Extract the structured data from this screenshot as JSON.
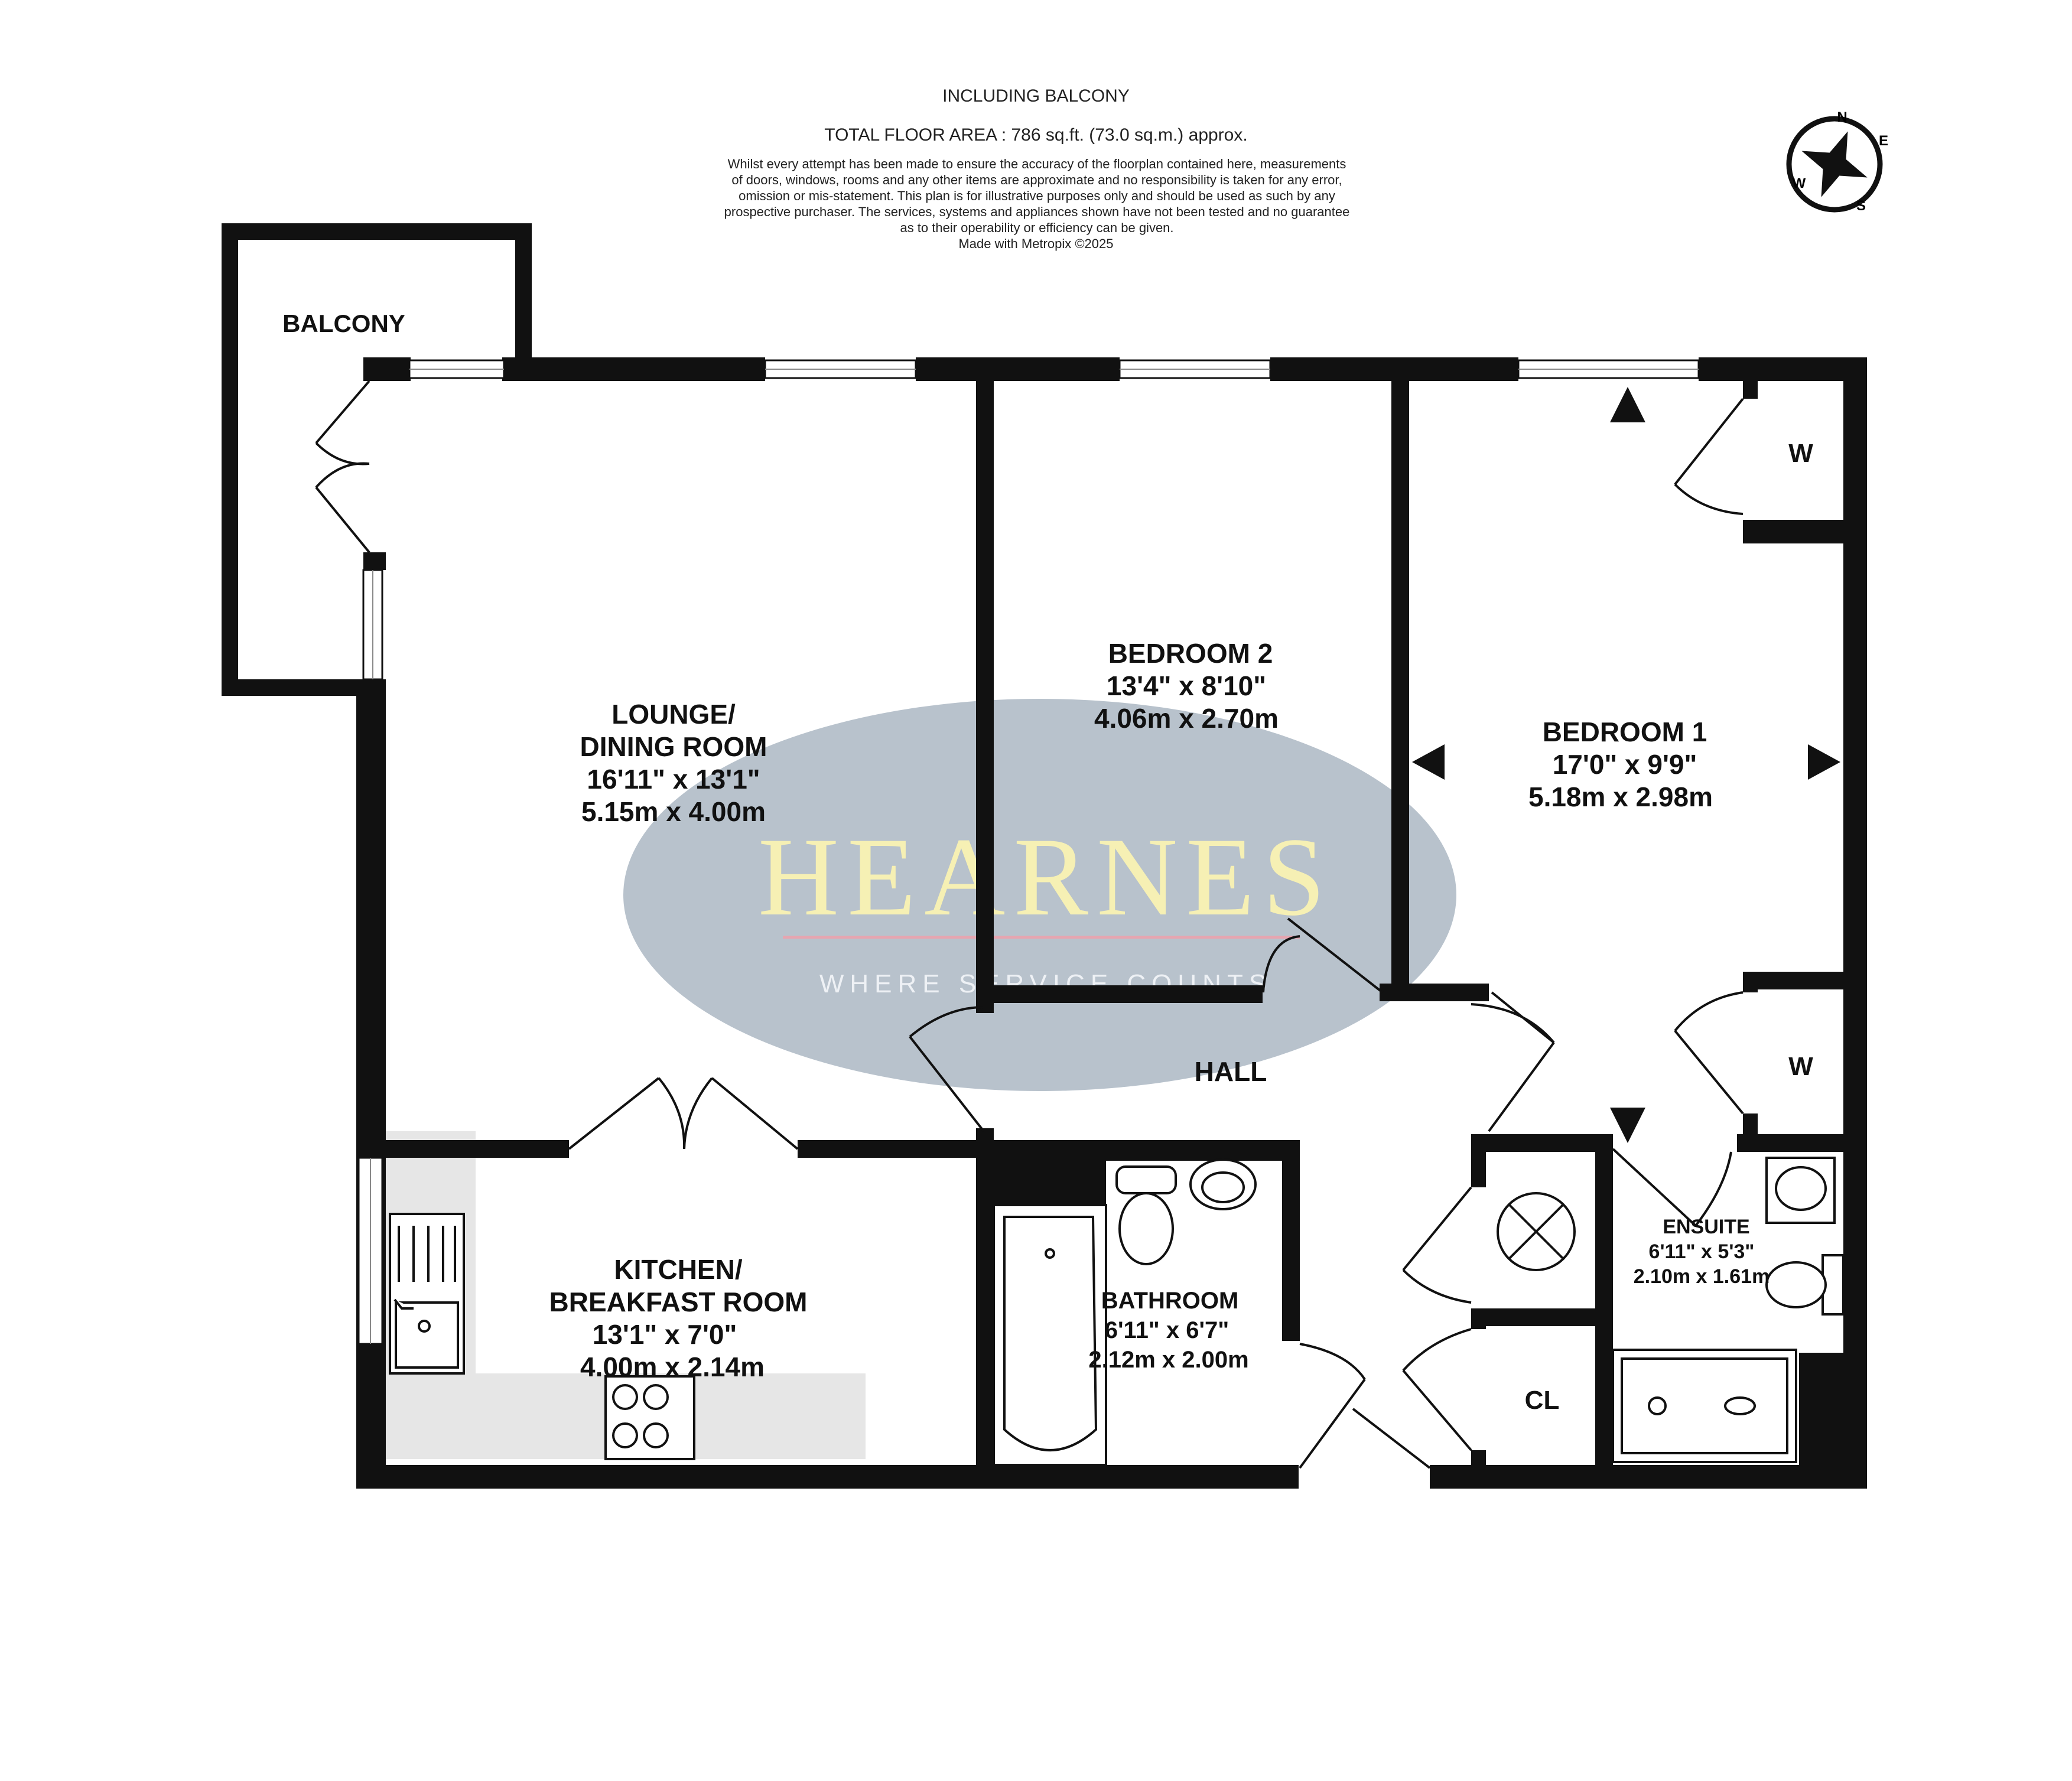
{
  "header": {
    "title": "INCLUDING BALCONY",
    "floor_area": "TOTAL FLOOR AREA : 786 sq.ft. (73.0 sq.m.) approx.",
    "disclaimer": [
      "Whilst every attempt has been made to ensure the accuracy of the floorplan contained here, measurements",
      "of doors, windows, rooms and any other items are approximate and no responsibility is taken for any error,",
      "omission or mis-statement. This plan is for illustrative purposes only and should be used as such by any",
      "prospective purchaser. The services, systems and appliances shown have not been tested and no guarantee",
      "as to their operability or efficiency can be given."
    ],
    "made_with": "Made with Metropix ©2025"
  },
  "compass": {
    "n": "N",
    "e": "E",
    "s": "S",
    "w": "W"
  },
  "watermark": {
    "name": "HEARNES",
    "tagline": "WHERE SERVICE COUNTS",
    "oval_color": "#b8c2cc",
    "name_color": "#f6f0b4"
  },
  "rooms": {
    "balcony": {
      "name": "BALCONY"
    },
    "lounge": {
      "name_line1": "LOUNGE/",
      "name_line2": "DINING ROOM",
      "imperial": "16'11\"  x 13'1\"",
      "metric": "5.15m  x 4.00m"
    },
    "bedroom2": {
      "name": "BEDROOM 2",
      "imperial": "13'4\"  x 8'10\"",
      "metric": "4.06m  x 2.70m"
    },
    "bedroom1": {
      "name": "BEDROOM 1",
      "imperial": "17'0\"  x 9'9\"",
      "metric": "5.18m  x 2.98m"
    },
    "hall": {
      "name": "HALL"
    },
    "kitchen": {
      "name_line1": "KITCHEN/",
      "name_line2": "BREAKFAST ROOM",
      "imperial": "13'1\"  x 7'0\"",
      "metric": "4.00m  x 2.14m"
    },
    "bathroom": {
      "name": "BATHROOM",
      "imperial": "6'11\"  x 6'7\"",
      "metric": "2.12m  x 2.00m"
    },
    "ensuite": {
      "name": "ENSUITE",
      "imperial": "6'11\"  x 5'3\"",
      "metric": "2.10m  x 1.61m"
    },
    "cupboard": {
      "name": "CL"
    },
    "wardrobe_top": {
      "name": "W"
    },
    "wardrobe_bottom": {
      "name": "W"
    }
  }
}
